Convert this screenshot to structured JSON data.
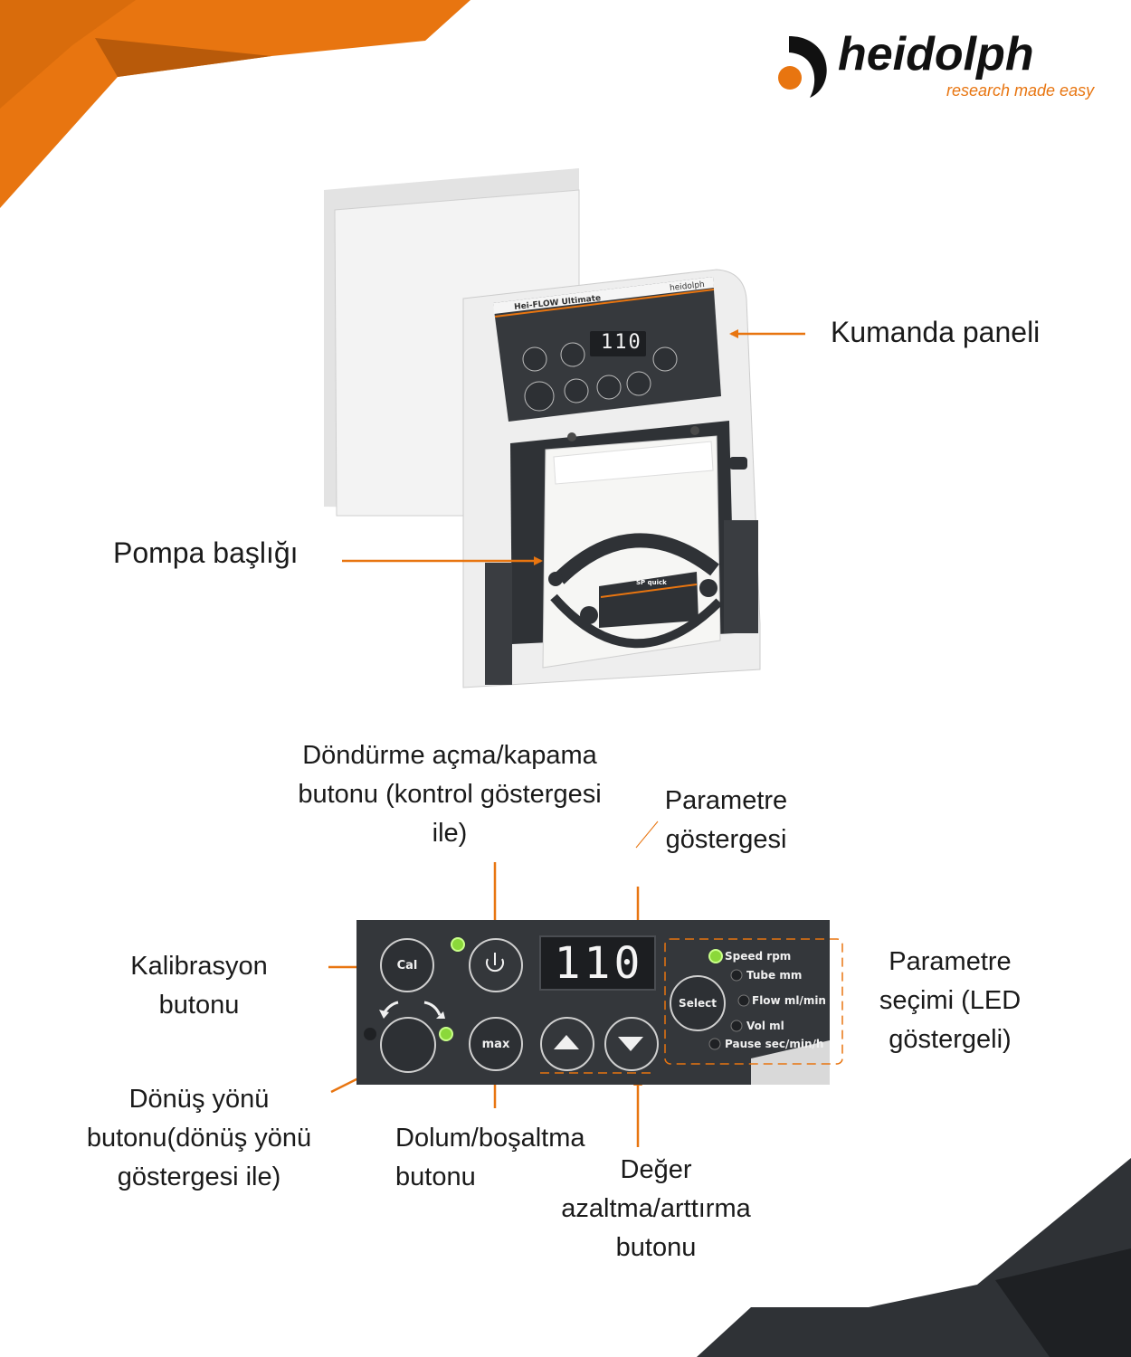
{
  "brand": {
    "name": "heidolph",
    "tagline": "research made easy",
    "accent_color": "#e87510",
    "dark_color": "#2f3236"
  },
  "device": {
    "model_label": "Hei-FLOW  Ultimate",
    "brand_small": "heidolph",
    "head_label": "SP quick",
    "display_value": "110"
  },
  "panel": {
    "display_value": "110",
    "cal_button": "Cal",
    "select_button": "Select",
    "max_button": "max",
    "parameters": [
      "Speed rpm",
      "Tube mm",
      "Flow ml/min",
      "Vol ml",
      "Pause sec/min/h"
    ]
  },
  "labels": {
    "control_panel": "Kumanda paneli",
    "pump_head": "Pompa başlığı",
    "rotation_toggle": "Döndürme açma/kapama\nbutonu (kontrol göstergesi\nile)",
    "parameter_display": "Parametre\ngöstergesi",
    "calibration": "Kalibrasyon\nbutonu",
    "parameter_select": "Parametre\nseçimi (LED\ngöstergeli)",
    "direction": "Dönüş yönü\nbutonu(dönüş yönü\ngöstergesi ile)",
    "fill_drain": "Dolum/boşaltma\nbutonu",
    "value_change": "Değer\nazaltma/arttırma\nbutonu"
  }
}
